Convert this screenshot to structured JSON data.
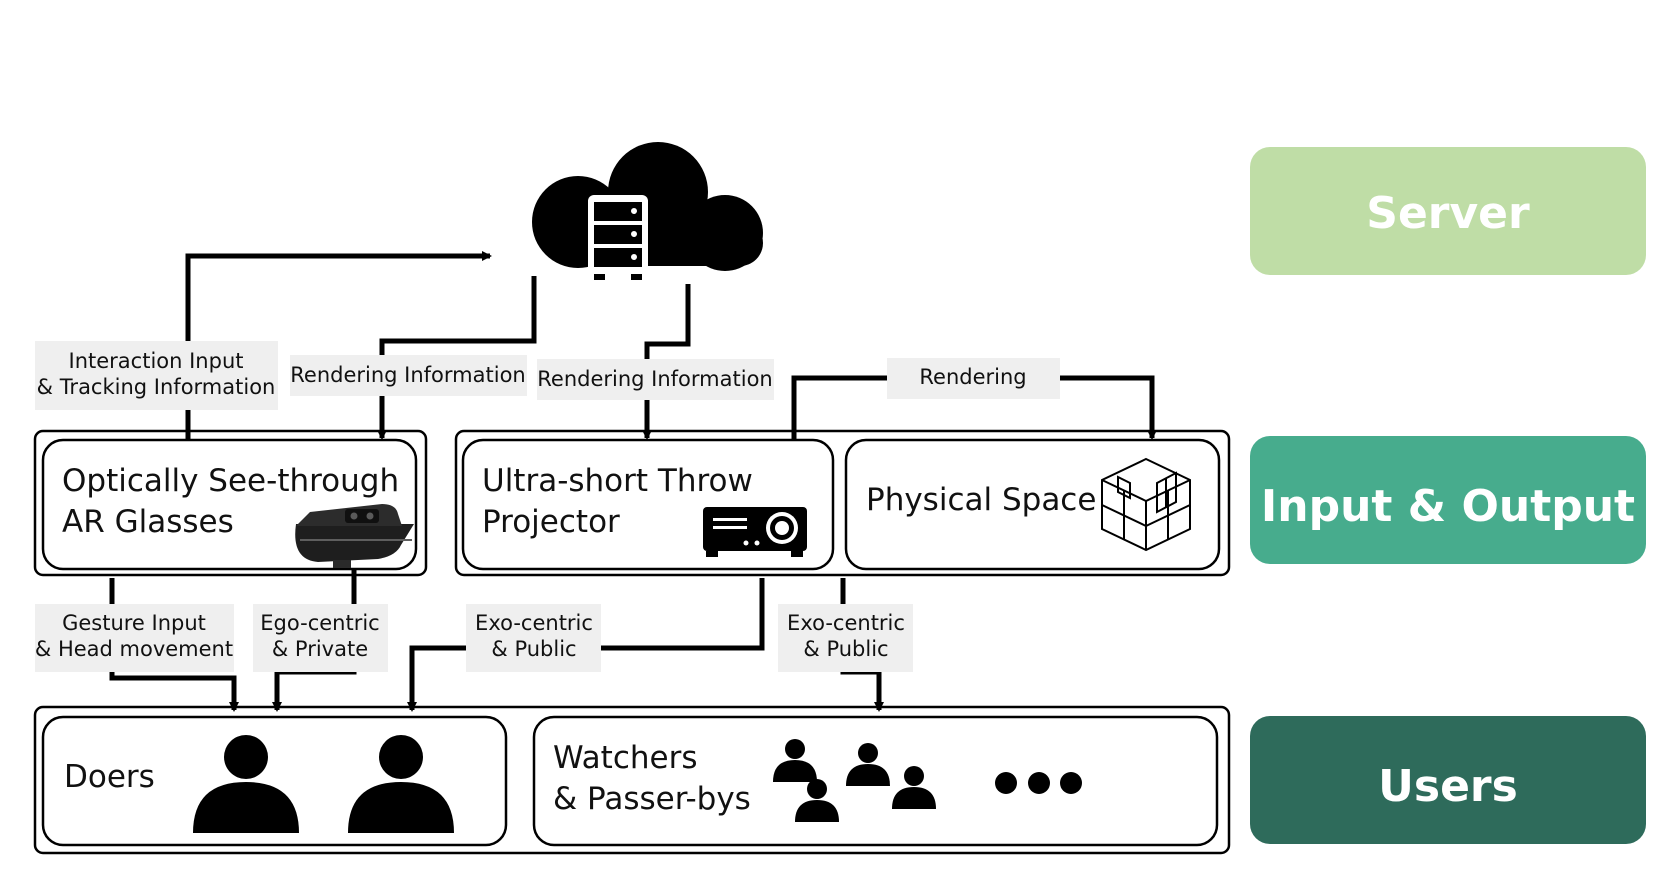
{
  "tiers": {
    "server": {
      "label": "Server",
      "color": "#bfdda6"
    },
    "io": {
      "label": "Input & Output",
      "color": "#47ac8d"
    },
    "users": {
      "label": "Users",
      "color": "#2e6b5b"
    }
  },
  "devices": {
    "ar_glasses": {
      "line1": "Optically See-through",
      "line2": "AR Glasses"
    },
    "projector": {
      "line1": "Ultra-short Throw",
      "line2": "Projector"
    },
    "physical_space": {
      "label": "Physical Space"
    }
  },
  "users": {
    "doers": {
      "label": "Doers"
    },
    "watchers": {
      "line1": "Watchers",
      "line2": "& Passer-bys"
    }
  },
  "edge_labels": {
    "interaction": {
      "line1": "Interaction Input",
      "line2": "& Tracking Information"
    },
    "rendering_info_left": "Rendering Information",
    "rendering_info_right": "Rendering Information",
    "rendering": "Rendering",
    "gesture": {
      "line1": "Gesture Input",
      "line2": "& Head movement"
    },
    "ego": {
      "line1": "Ego-centric",
      "line2": "& Private"
    },
    "exo_left": {
      "line1": "Exo-centric",
      "line2": "& Public"
    },
    "exo_right": {
      "line1": "Exo-centric",
      "line2": "& Public"
    }
  },
  "icons": {
    "server": "cloud-server-icon",
    "glasses": "ar-glasses-icon",
    "projector": "projector-icon",
    "room": "room-cube-icon",
    "person": "person-icon",
    "ellipsis": "ellipsis-icon"
  }
}
